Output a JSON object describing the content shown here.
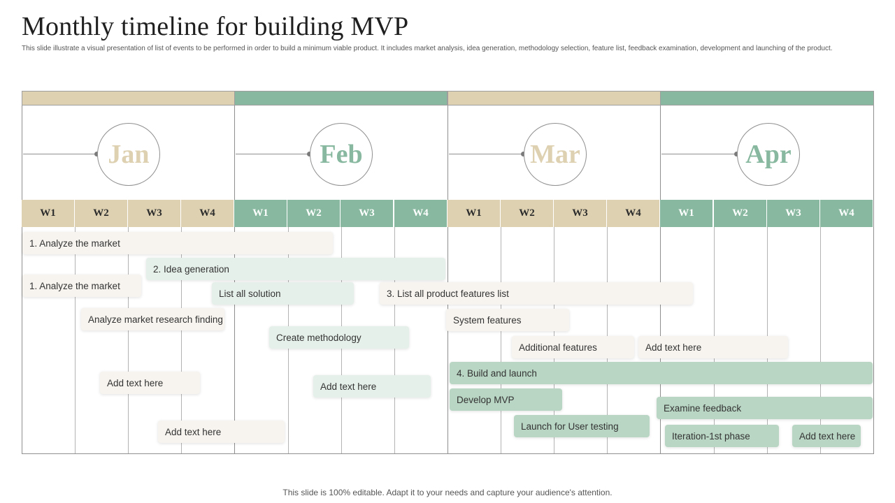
{
  "title": "Monthly timeline for building MVP",
  "subtitle": "This slide illustrate a visual presentation of list of events to be performed in order to build a minimum  viable product. It includes market analysis, idea generation, methodology selection, feature list, feedback examination, development and launching of the product.",
  "months": [
    "Jan",
    "Feb",
    "Mar",
    "Apr"
  ],
  "weeks": [
    "W1",
    "W2",
    "W3",
    "W4"
  ],
  "colors": {
    "beige": "#ddd1b1",
    "green": "#88b9a0",
    "task_beige": "#f7f4ef",
    "task_mint": "#e6f0ea",
    "task_sage": "#b9d6c4"
  },
  "tasks": [
    "1. Analyze the market",
    "2. Idea generation",
    "1. Analyze the market",
    "List all solution",
    "3. List all product features list",
    "Analyze market research finding",
    "System features",
    "Create methodology",
    "Additional features",
    "Add text here",
    "4. Build and launch",
    "Add text here",
    "Add text here",
    "Develop  MVP",
    "Examine feedback",
    "Launch for User testing",
    "Add text here",
    "Iteration-1st  phase",
    "Add text here"
  ],
  "footer": "This slide is 100% editable. Adapt it to your needs and capture your audience's attention."
}
